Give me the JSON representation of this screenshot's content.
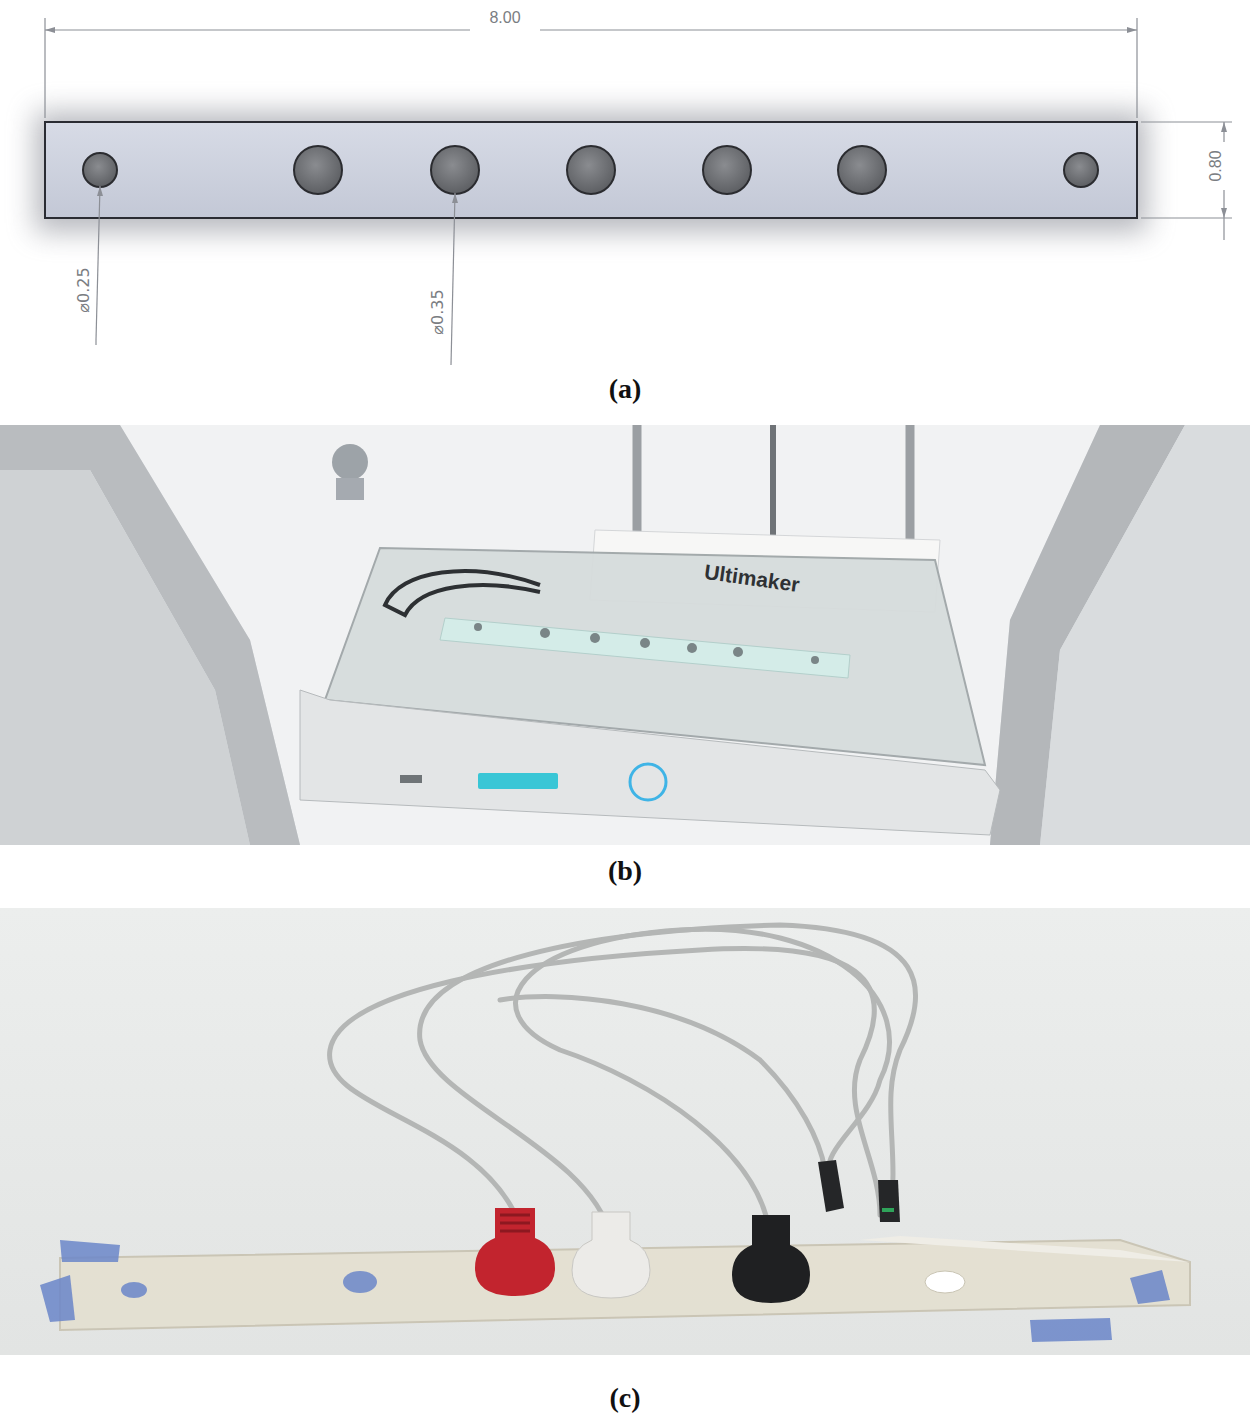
{
  "diagram": {
    "labels": [
      "8.00",
      "0.80",
      "⌀0.25",
      "⌀0.35",
      "(a)",
      "Ultimaker",
      "(b)",
      "(c)"
    ]
  }
}
